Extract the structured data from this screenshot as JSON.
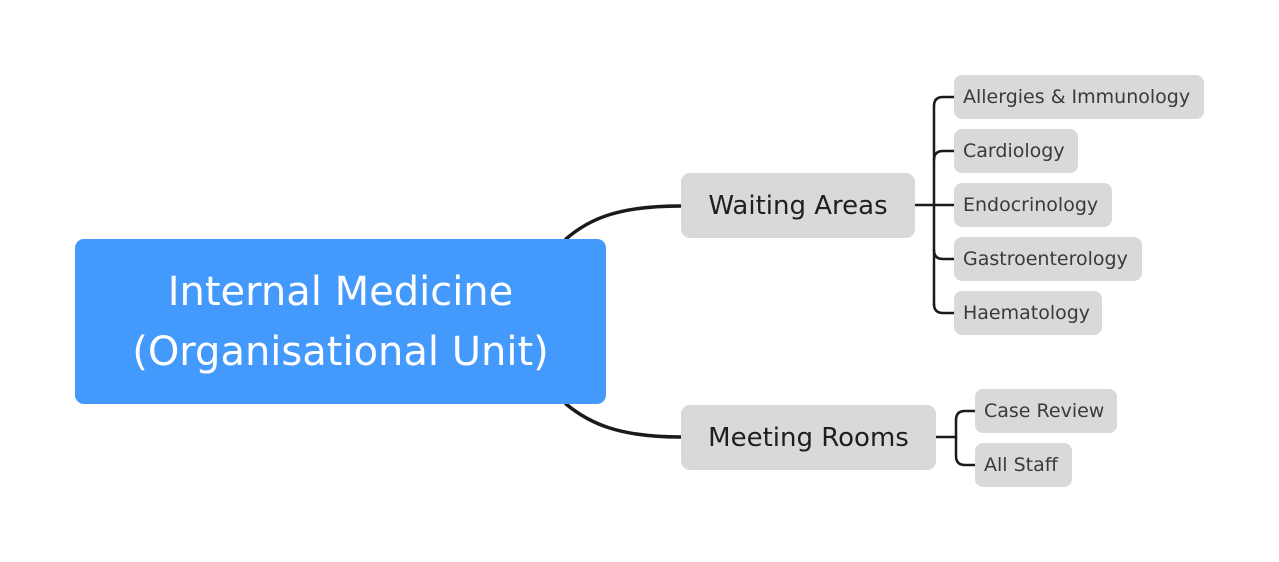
{
  "root": {
    "line1": "Internal Medicine",
    "line2": "(Organisational Unit)"
  },
  "branches": [
    {
      "label": "Waiting Areas",
      "children": [
        "Allergies & Immunology",
        "Cardiology",
        "Endocrinology",
        "Gastroenterology",
        "Haematology"
      ]
    },
    {
      "label": "Meeting Rooms",
      "children": [
        "Case Review",
        "All Staff"
      ]
    }
  ],
  "colors": {
    "root_fill": "#4499fc",
    "root_text": "#ffffff",
    "node_fill": "#d9d9d9",
    "line": "#1a1a1a"
  }
}
